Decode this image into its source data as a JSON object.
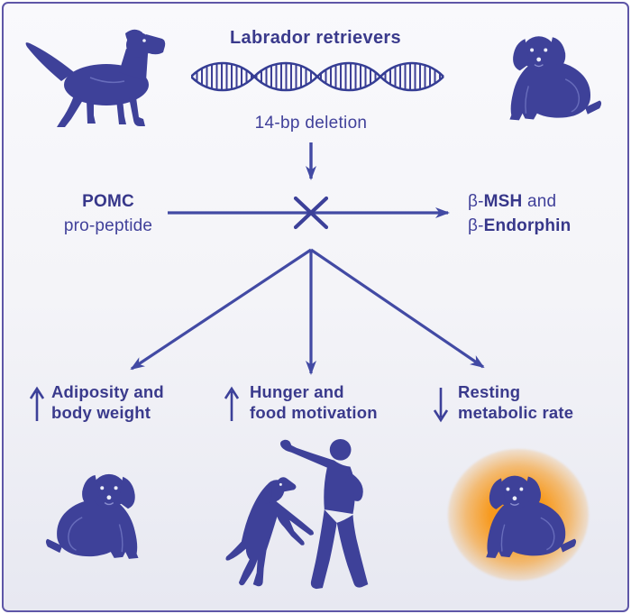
{
  "header": {
    "title": "Labrador retrievers",
    "mutation_label": "14-bp deletion"
  },
  "pathway": {
    "source_line1": "POMC",
    "source_line2": "pro-peptide",
    "product_line1_pre": "β-",
    "product_line1_bold": "MSH",
    "product_line1_post": " and",
    "product_line2_pre": "β-",
    "product_line2_bold": "Endorphin"
  },
  "outcomes": [
    {
      "direction": "up",
      "arrow_glyph": "↑",
      "label_line1": "Adiposity and",
      "label_line2": "body weight"
    },
    {
      "direction": "up",
      "arrow_glyph": "↑",
      "label_line1": "Hunger and",
      "label_line2": "food motivation"
    },
    {
      "direction": "down",
      "arrow_glyph": "↓",
      "label_line1": "Resting",
      "label_line2": "metabolic rate"
    }
  ],
  "icons": {
    "dna": "dna-helix-icon",
    "lean_dog": "lean-labrador-icon",
    "obese_dog_top": "obese-labrador-icon",
    "obese_dog_bottom_left": "obese-labrador-icon-mirrored",
    "play_scene": "dog-begging-person-icon",
    "obese_dog_glowing": "obese-labrador-heat-icon",
    "blocked_cross": "blocked-x-icon"
  },
  "colors": {
    "ink": "#3a3a8c",
    "silhouette": "#3e4199",
    "arrow": "#424aa4",
    "border": "#5e56a7",
    "background_top": "#f9f9fc",
    "background_bottom": "#e7e8f1",
    "heat_glow": "#f7991d"
  }
}
